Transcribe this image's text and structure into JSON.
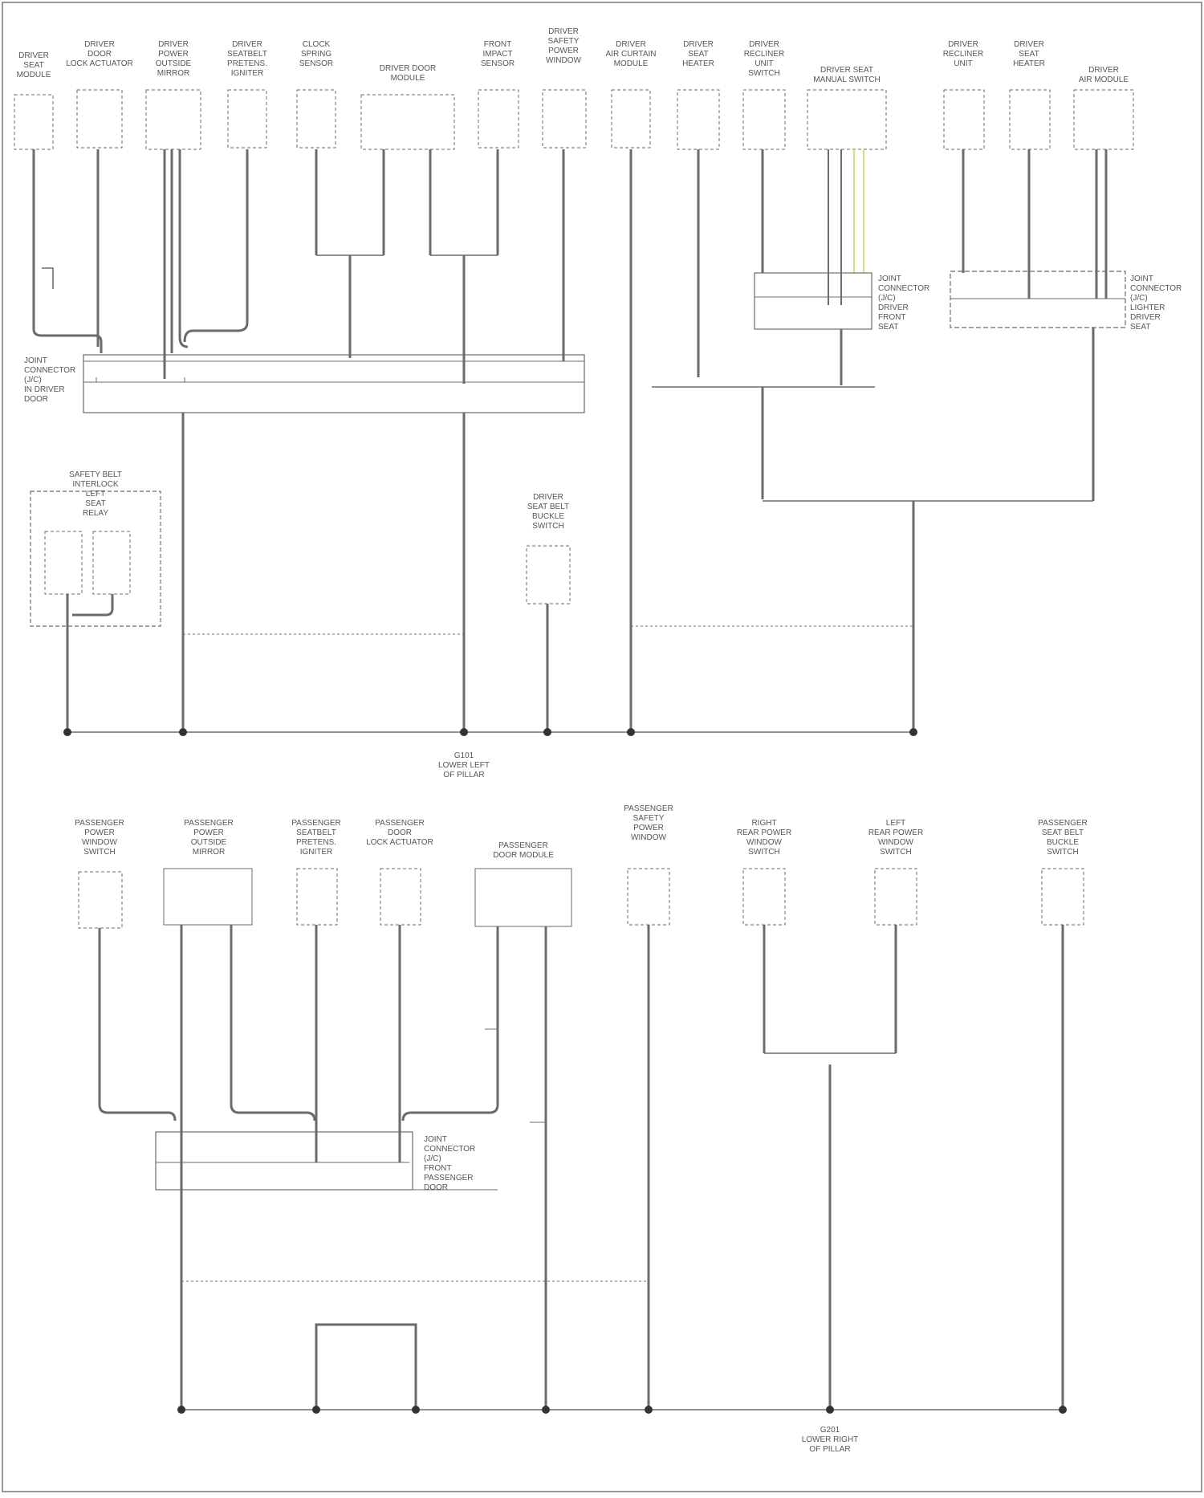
{
  "footer": "",
  "top_components": [
    {
      "id": "c1",
      "lines": [
        "DRIVER",
        "SEAT",
        "MODULE"
      ]
    },
    {
      "id": "c2",
      "lines": [
        "DRIVER",
        "DOOR",
        "LOCK ACTUATOR"
      ]
    },
    {
      "id": "c3",
      "lines": [
        "DRIVER",
        "POWER",
        "OUTSIDE",
        "MIRROR"
      ]
    },
    {
      "id": "c4",
      "lines": [
        "DRIVER",
        "SEATBELT",
        "PRETENS.",
        "IGNITER"
      ]
    },
    {
      "id": "c5",
      "lines": [
        "CLOCK",
        "SPRING",
        "SENSOR"
      ]
    },
    {
      "id": "c6",
      "lines": [
        "DRIVER DOOR",
        "MODULE"
      ]
    },
    {
      "id": "c7",
      "lines": [
        "FRONT",
        "IMPACT",
        "SENSOR"
      ]
    },
    {
      "id": "c8",
      "lines": [
        "DRIVER",
        "SAFETY",
        "POWER",
        "WINDOW"
      ]
    },
    {
      "id": "c9",
      "lines": [
        "DRIVER",
        "AIR CURTAIN",
        "MODULE"
      ]
    },
    {
      "id": "c10",
      "lines": [
        "DRIVER",
        "SEAT",
        "HEATER"
      ]
    },
    {
      "id": "c11",
      "lines": [
        "DRIVER",
        "RECLINER",
        "UNIT",
        "SWITCH"
      ]
    },
    {
      "id": "c12",
      "lines": [
        "DRIVER SEAT",
        "MANUAL SWITCH"
      ]
    },
    {
      "id": "c13",
      "lines": [
        "DRIVER",
        "RECLINER",
        "UNIT"
      ]
    },
    {
      "id": "c14",
      "lines": [
        "DRIVER",
        "SEAT",
        "HEATER"
      ]
    },
    {
      "id": "c15",
      "lines": [
        "DRIVER",
        "AIR MODULE"
      ]
    }
  ],
  "top_labels": {
    "jc_left": [
      "JOINT",
      "CONNECTOR",
      "(J/C)",
      "IN DRIVER",
      "DOOR"
    ],
    "jc_mid": [
      "JOINT",
      "CONNECTOR",
      "(J/C)",
      "DRIVER",
      "FRONT",
      "SEAT"
    ],
    "jc_right": [
      "JOINT",
      "CONNECTOR",
      "(J/C)",
      "LIGHTER",
      "DRIVER",
      "SEAT"
    ],
    "srs_relay": [
      "SAFETY BELT",
      "INTERLOCK",
      "LEFT",
      "SEAT",
      "RELAY"
    ],
    "driver_belt_switch": [
      "DRIVER",
      "SEAT BELT",
      "BUCKLE",
      "SWITCH"
    ],
    "ground_top": [
      "G101",
      "LOWER LEFT",
      "OF PILLAR"
    ]
  },
  "bottom_components": [
    {
      "id": "b1",
      "lines": [
        "PASSENGER",
        "POWER",
        "WINDOW",
        "SWITCH"
      ]
    },
    {
      "id": "b2",
      "lines": [
        "PASSENGER",
        "POWER",
        "OUTSIDE",
        "MIRROR"
      ]
    },
    {
      "id": "b3",
      "lines": [
        "PASSENGER",
        "SEATBELT",
        "PRETENS.",
        "IGNITER"
      ]
    },
    {
      "id": "b4",
      "lines": [
        "PASSENGER",
        "DOOR",
        "LOCK ACTUATOR"
      ]
    },
    {
      "id": "b5",
      "lines": [
        "PASSENGER",
        "DOOR MODULE"
      ]
    },
    {
      "id": "b6",
      "lines": [
        "PASSENGER",
        "SAFETY",
        "POWER",
        "WINDOW"
      ]
    },
    {
      "id": "b7",
      "lines": [
        "RIGHT",
        "REAR POWER",
        "WINDOW",
        "SWITCH"
      ]
    },
    {
      "id": "b8",
      "lines": [
        "LEFT",
        "REAR POWER",
        "WINDOW",
        "SWITCH"
      ]
    },
    {
      "id": "b9",
      "lines": [
        "PASSENGER",
        "SEAT BELT",
        "BUCKLE",
        "SWITCH"
      ]
    }
  ],
  "bottom_labels": {
    "jc_bottom": [
      "JOINT",
      "CONNECTOR",
      "(J/C)",
      "FRONT",
      "PASSENGER",
      "DOOR"
    ],
    "ground_bottom": [
      "G201",
      "LOWER RIGHT",
      "OF PILLAR"
    ]
  }
}
